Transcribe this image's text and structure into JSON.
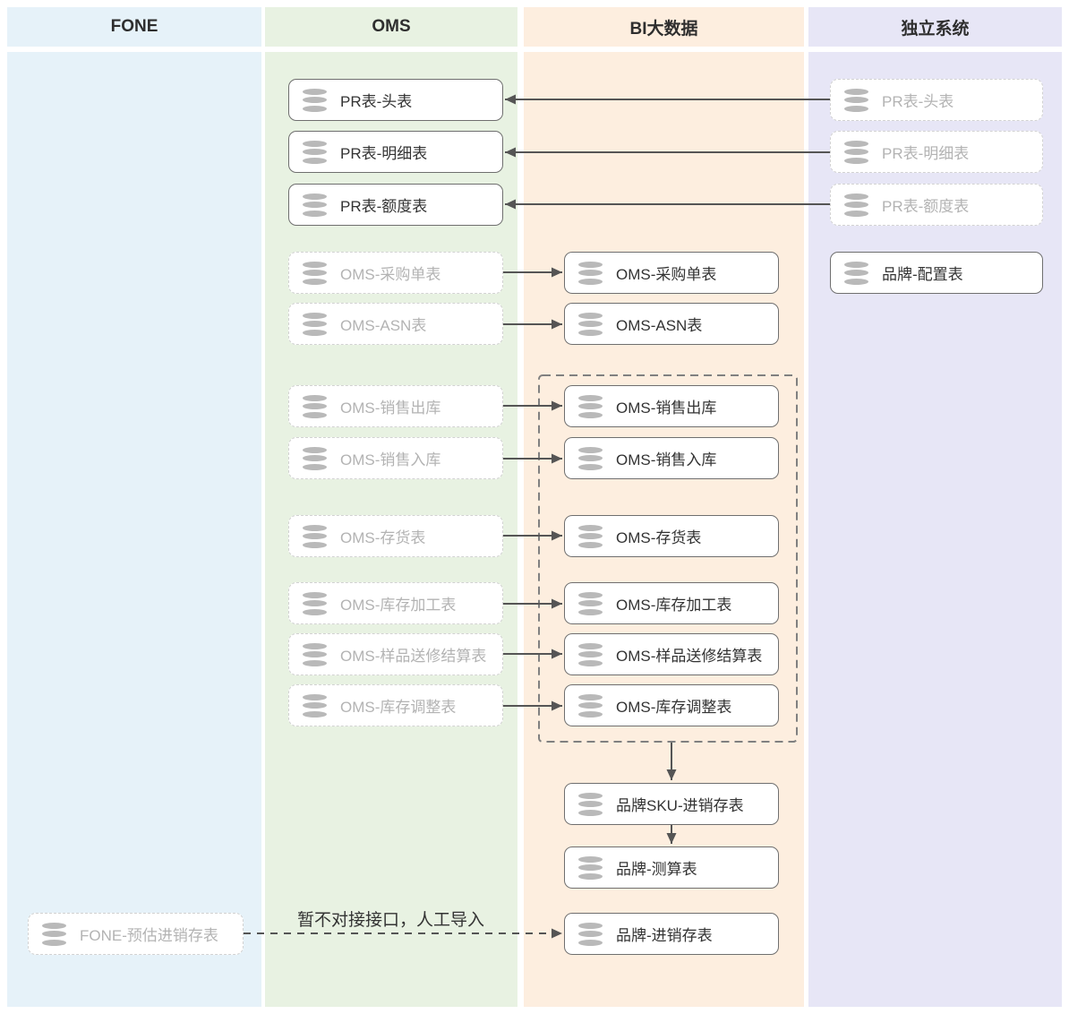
{
  "columns": {
    "fone": {
      "title": "FONE",
      "boxes": [
        {
          "label": "FONE-预估进销存表",
          "muted": true
        }
      ]
    },
    "oms": {
      "title": "OMS",
      "boxes": [
        {
          "label": "PR表-头表",
          "muted": false
        },
        {
          "label": "PR表-明细表",
          "muted": false
        },
        {
          "label": "PR表-额度表",
          "muted": false
        },
        {
          "label": "OMS-采购单表",
          "muted": true
        },
        {
          "label": "OMS-ASN表",
          "muted": true
        },
        {
          "label": "OMS-销售出库",
          "muted": true
        },
        {
          "label": "OMS-销售入库",
          "muted": true
        },
        {
          "label": "OMS-存货表",
          "muted": true
        },
        {
          "label": "OMS-库存加工表",
          "muted": true
        },
        {
          "label": "OMS-样品送修结算表",
          "muted": true
        },
        {
          "label": "OMS-库存调整表",
          "muted": true
        }
      ]
    },
    "bi": {
      "title": "BI大数据",
      "boxes": [
        {
          "label": "OMS-采购单表",
          "muted": false
        },
        {
          "label": "OMS-ASN表",
          "muted": false
        },
        {
          "label": "OMS-销售出库",
          "muted": false
        },
        {
          "label": "OMS-销售入库",
          "muted": false
        },
        {
          "label": "OMS-存货表",
          "muted": false
        },
        {
          "label": "OMS-库存加工表",
          "muted": false
        },
        {
          "label": "OMS-样品送修结算表",
          "muted": false
        },
        {
          "label": "OMS-库存调整表",
          "muted": false
        },
        {
          "label": "品牌SKU-进销存表",
          "muted": false
        },
        {
          "label": "品牌-测算表",
          "muted": false
        },
        {
          "label": "品牌-进销存表",
          "muted": false
        }
      ]
    },
    "independent": {
      "title": "独立系统",
      "boxes": [
        {
          "label": "PR表-头表",
          "muted": true
        },
        {
          "label": "PR表-明细表",
          "muted": true
        },
        {
          "label": "PR表-额度表",
          "muted": true
        },
        {
          "label": "品牌-配置表",
          "muted": false
        }
      ]
    }
  },
  "annotations": {
    "manual_import": "暂不对接接口，人工导入"
  },
  "colors": {
    "fone_bg": "#e6f2f9",
    "oms_bg": "#e8f2e2",
    "bi_bg": "#fdeedf",
    "independent_bg": "#e7e6f6",
    "active_border": "#6f6f6f",
    "active_text": "#333333",
    "inactive_border": "#d2d2d2",
    "inactive_text": "#b3b3b3",
    "database_icon": "#b9b9b9",
    "arrow": "#555555"
  }
}
